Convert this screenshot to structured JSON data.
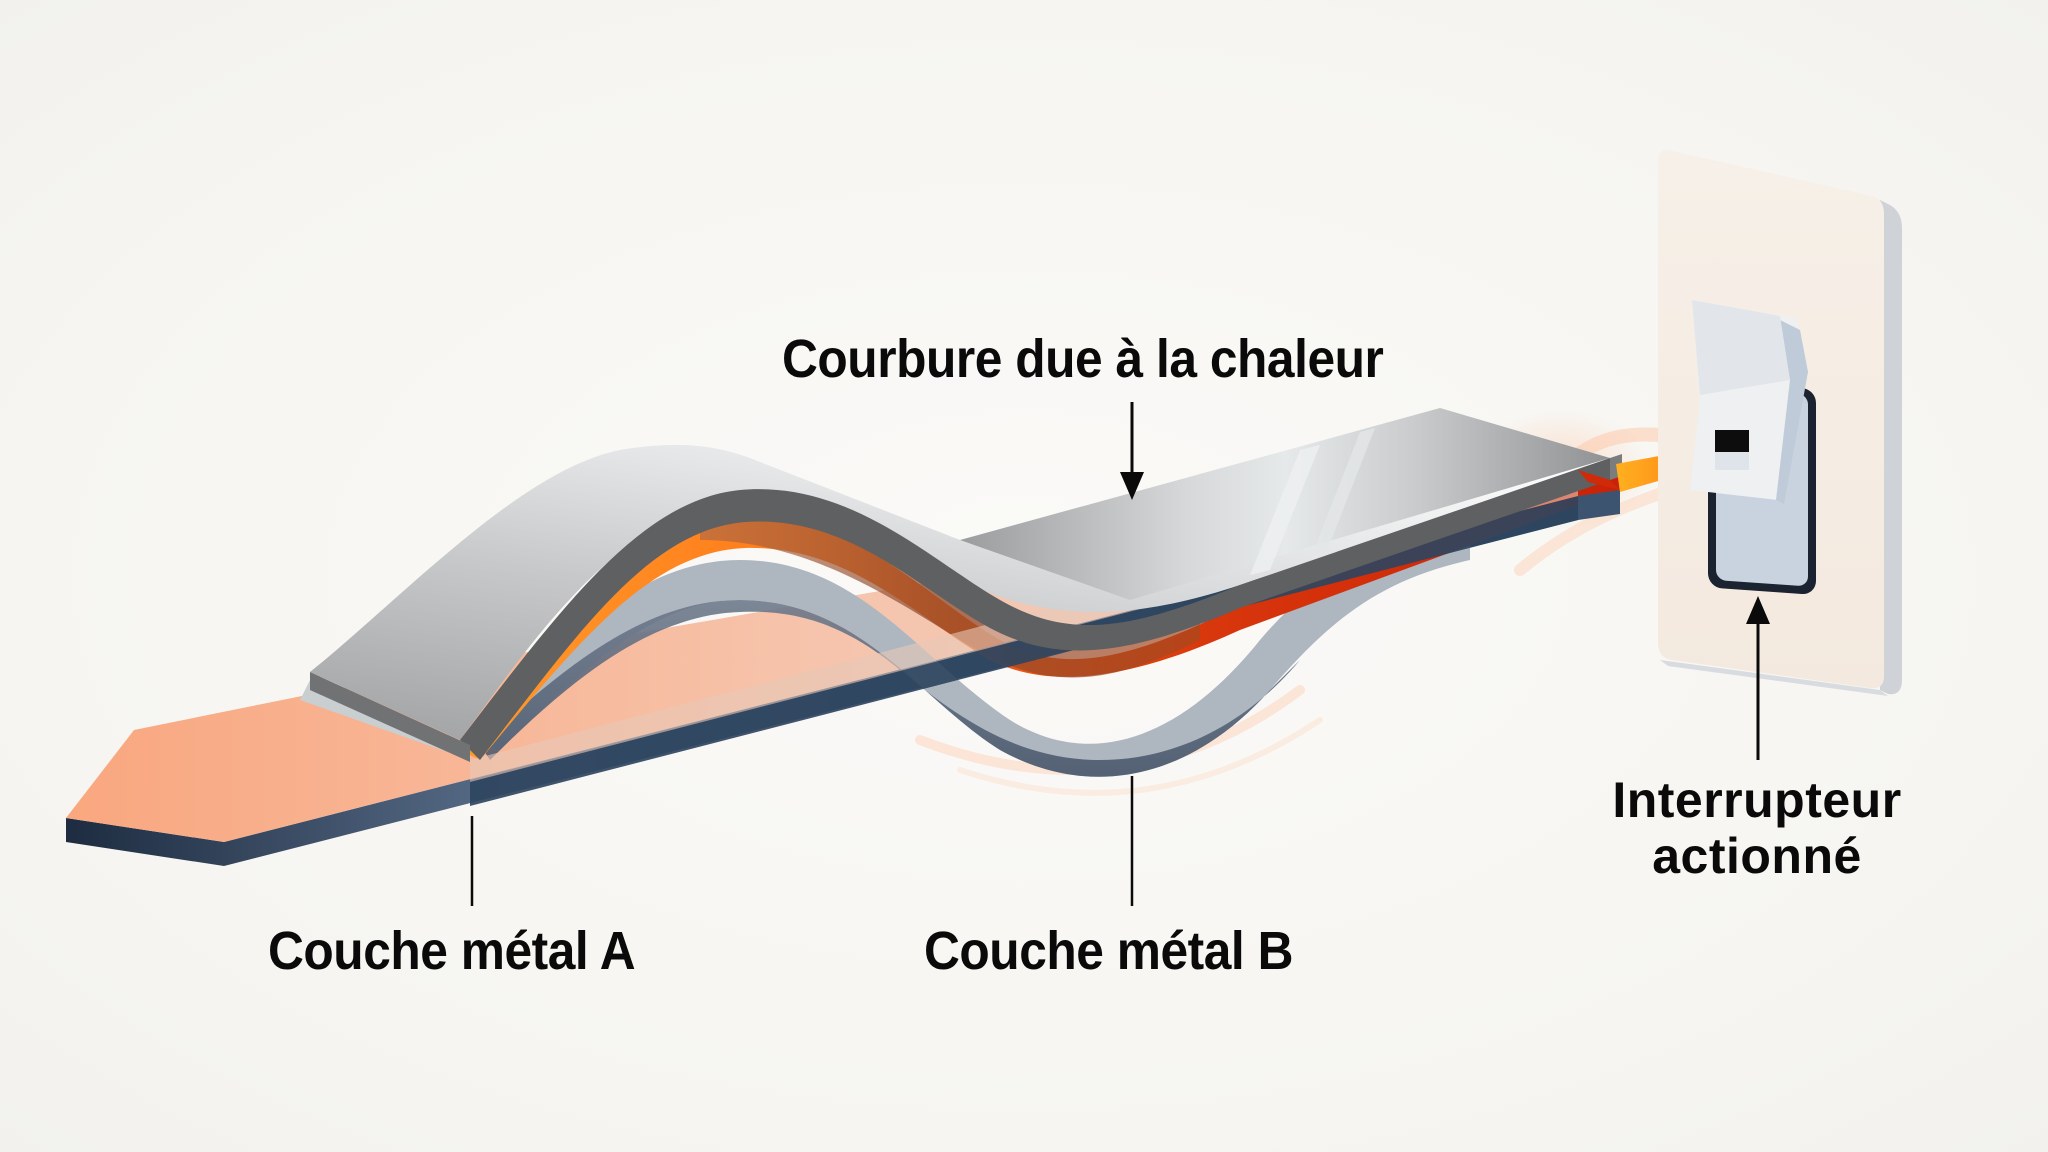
{
  "diagram": {
    "subject": "Bilame thermique (bimetallic strip) actionnant un interrupteur",
    "labels": {
      "curvature": "Courbure due à la chaleur",
      "metal_a": "Couche métal A",
      "metal_b": "Couche métal B",
      "switch_line1": "Interrupteur",
      "switch_line2": "actionné"
    },
    "components": [
      {
        "id": "metal-layer-a",
        "description": "Couche métal A (bande inférieure cuivrée/ardoise)"
      },
      {
        "id": "metal-layer-b",
        "description": "Couche métal B (bande supérieure grise courbée)"
      },
      {
        "id": "heat-glow",
        "description": "Lueur orange/rouge de la chaleur entre les couches"
      },
      {
        "id": "wall-switch",
        "description": "Interrupteur mural actionné par l'extrémité de la bilame"
      }
    ],
    "arrows": [
      {
        "from": "curvature-label",
        "to": "curved-strip",
        "direction": "down"
      },
      {
        "from": "switch-label",
        "to": "wall-switch",
        "direction": "up"
      }
    ],
    "leader_lines": [
      {
        "from": "metal-a-label",
        "to": "metal-layer-a"
      },
      {
        "from": "metal-b-label",
        "to": "metal-layer-b"
      }
    ],
    "colors": {
      "background": "#f7f6f3",
      "copper_top": "#f9b08a",
      "slate_edge": "#3d5470",
      "steel_gray": "#9c9e a0",
      "steel_light": "#e3e5e6",
      "heat_orange": "#ff7a1a",
      "heat_red": "#d22a08",
      "switch_plate": "#f5ede4",
      "switch_rocker": "#eef0f2",
      "text": "#0a0a0a"
    }
  }
}
